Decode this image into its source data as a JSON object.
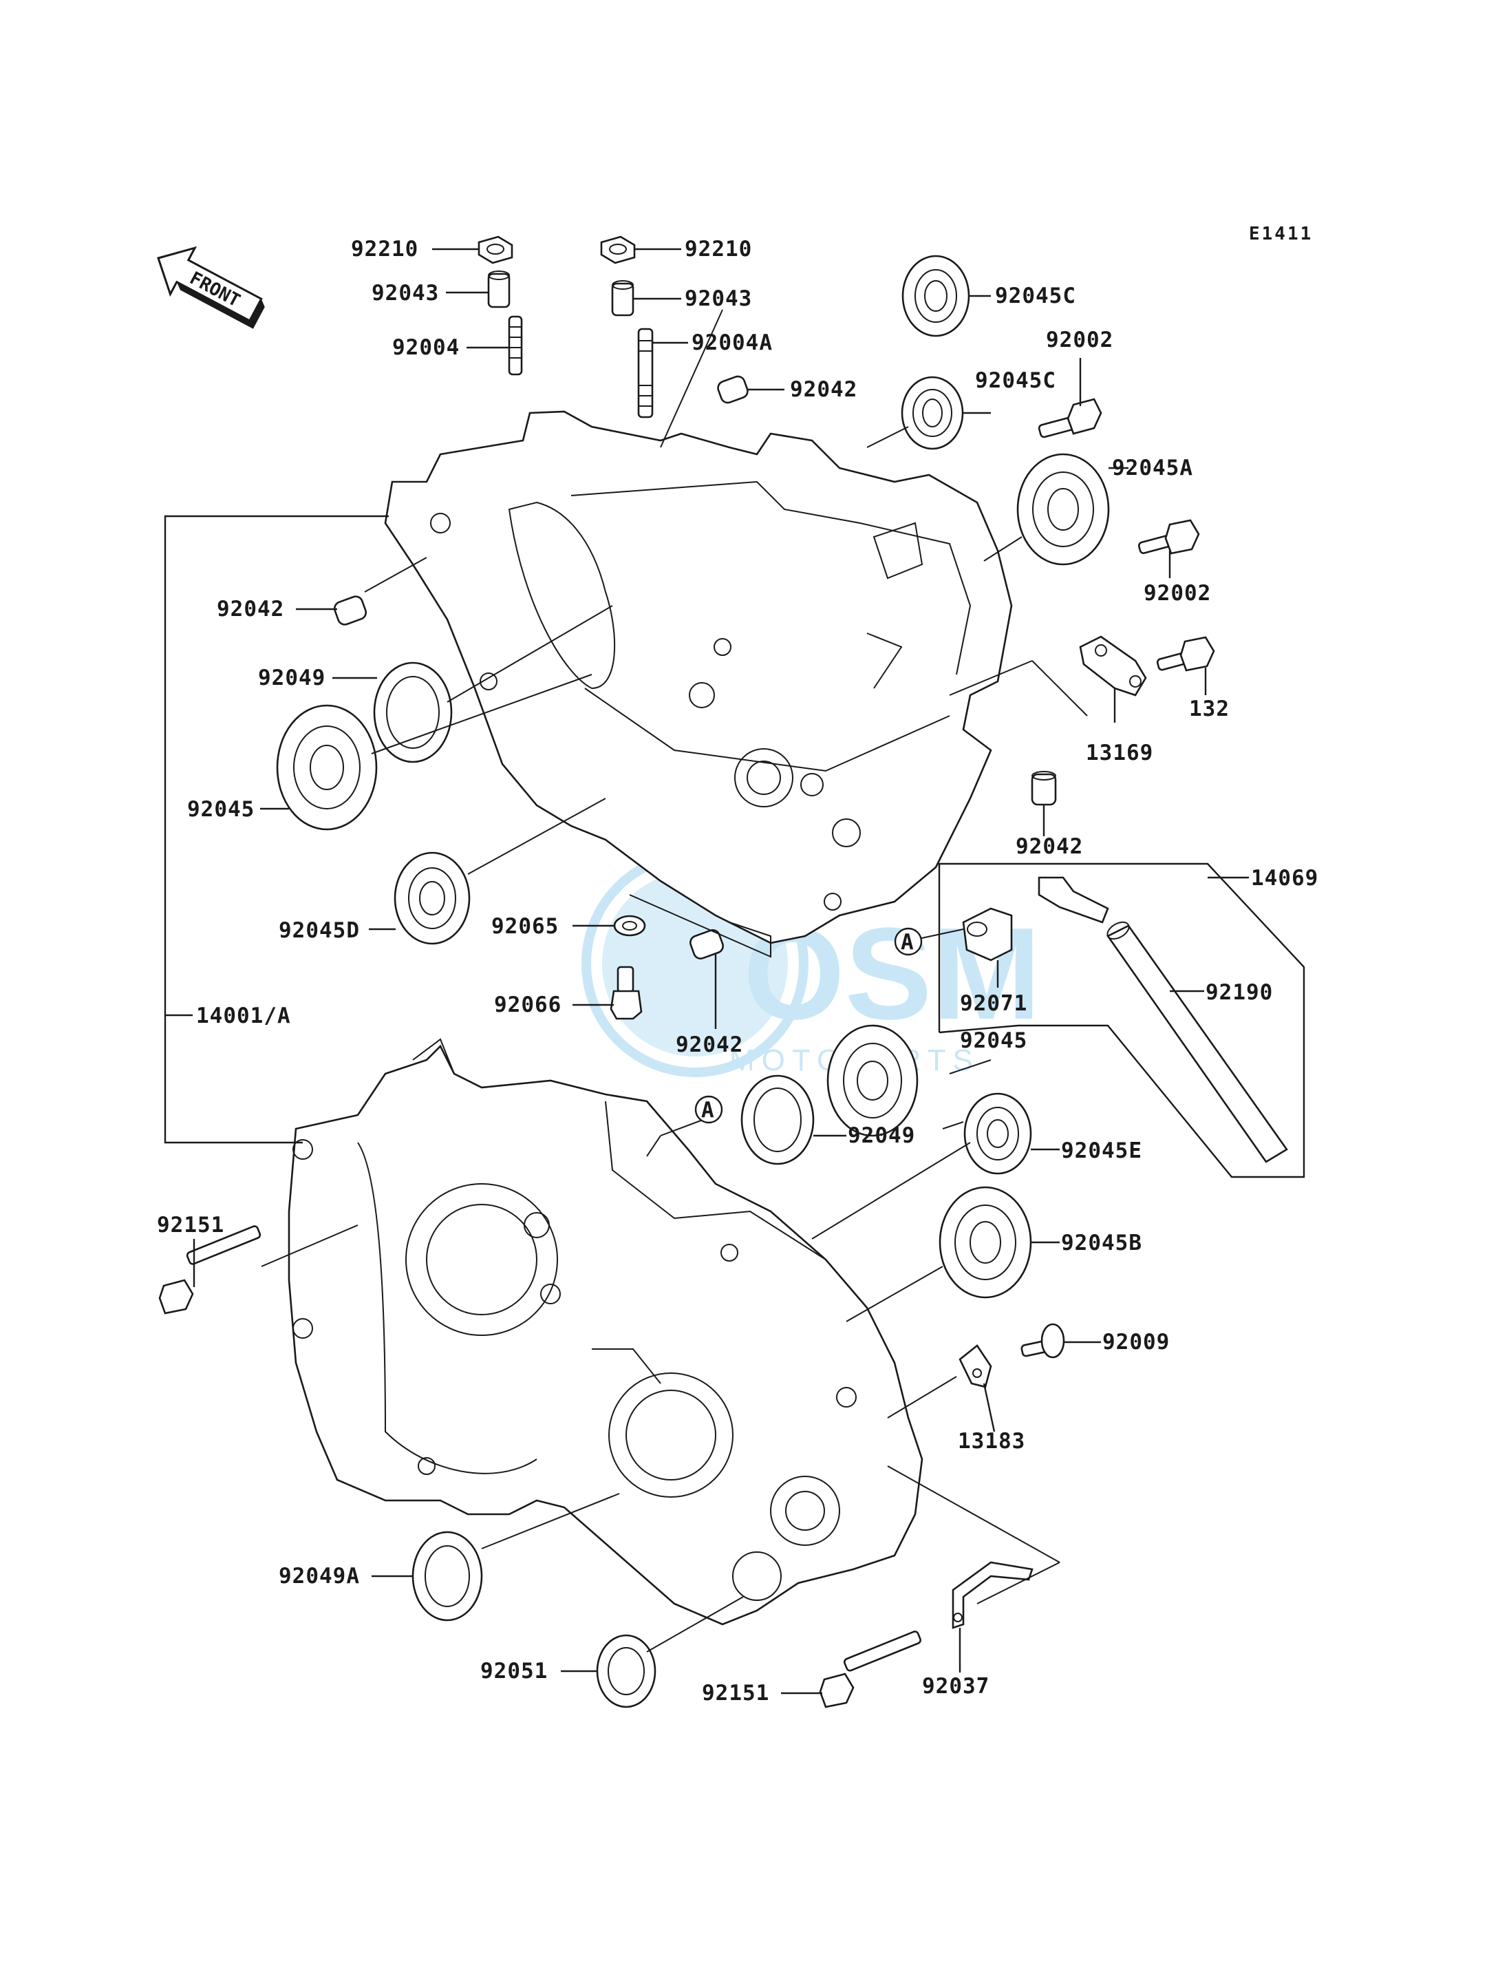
{
  "diagram": {
    "ref_code": "E1411",
    "front_label": "FRONT",
    "watermark": {
      "brand": "OSM",
      "sub": "MOTOPARTS",
      "color": "#3fa9e0"
    },
    "callout_ref": "A",
    "parts": [
      {
        "id": "92210",
        "label": "92210"
      },
      {
        "id": "92210b",
        "label": "92210"
      },
      {
        "id": "92043",
        "label": "92043"
      },
      {
        "id": "92043b",
        "label": "92043"
      },
      {
        "id": "92004",
        "label": "92004"
      },
      {
        "id": "92004A",
        "label": "92004A"
      },
      {
        "id": "92042a",
        "label": "92042"
      },
      {
        "id": "92045C_top",
        "label": "92045C"
      },
      {
        "id": "92045C_mid",
        "label": "92045C"
      },
      {
        "id": "92002a",
        "label": "92002"
      },
      {
        "id": "92045A",
        "label": "92045A"
      },
      {
        "id": "92002b",
        "label": "92002"
      },
      {
        "id": "92042b",
        "label": "92042"
      },
      {
        "id": "92049",
        "label": "92049"
      },
      {
        "id": "132",
        "label": "132"
      },
      {
        "id": "13169",
        "label": "13169"
      },
      {
        "id": "92045",
        "label": "92045"
      },
      {
        "id": "92042c",
        "label": "92042"
      },
      {
        "id": "14069",
        "label": "14069"
      },
      {
        "id": "92045D",
        "label": "92045D"
      },
      {
        "id": "92065",
        "label": "92065"
      },
      {
        "id": "92190",
        "label": "92190"
      },
      {
        "id": "92071",
        "label": "92071"
      },
      {
        "id": "14001A",
        "label": "14001/A"
      },
      {
        "id": "92066",
        "label": "92066"
      },
      {
        "id": "92045b",
        "label": "92045"
      },
      {
        "id": "92042d",
        "label": "92042"
      },
      {
        "id": "92049b",
        "label": "92049"
      },
      {
        "id": "92045E",
        "label": "92045E"
      },
      {
        "id": "92151a",
        "label": "92151"
      },
      {
        "id": "92045B",
        "label": "92045B"
      },
      {
        "id": "92009",
        "label": "92009"
      },
      {
        "id": "13183",
        "label": "13183"
      },
      {
        "id": "92049A",
        "label": "92049A"
      },
      {
        "id": "92051",
        "label": "92051"
      },
      {
        "id": "92151b",
        "label": "92151"
      },
      {
        "id": "92037",
        "label": "92037"
      }
    ]
  }
}
